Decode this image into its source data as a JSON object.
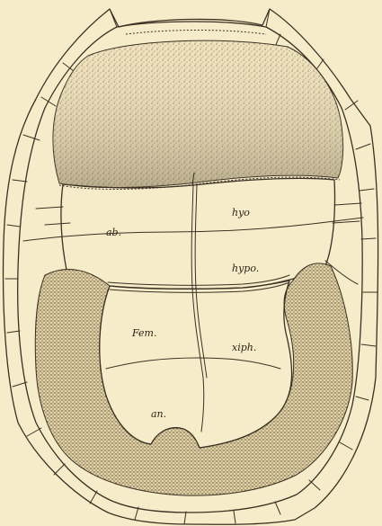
{
  "labels": {
    "hyo": "hyo",
    "ab": "ab.",
    "hypo": "hypo.",
    "fem": "Fem.",
    "xiph": "xiph.",
    "an": "an."
  },
  "colors": {
    "paper": "#f6ecc9",
    "ink": "#3a3124",
    "stipple": "#6b5d45"
  }
}
